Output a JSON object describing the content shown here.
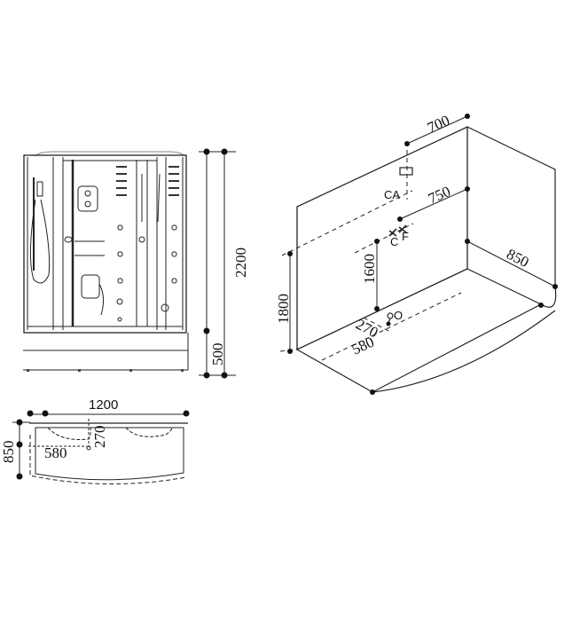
{
  "drawing": {
    "subject": "Shower cabin technical dimension drawing",
    "front_view": {
      "height_total": "2200",
      "base_height": "500"
    },
    "top_view": {
      "width": "1200",
      "depth": "850",
      "drain_offset_x": "580",
      "drain_offset_y": "270"
    },
    "isometric_view": {
      "top_offset": "700",
      "ca_offset": "750",
      "side_depth": "850",
      "wall_height": "1800",
      "mixer_height": "1600",
      "drain_offset_y": "270",
      "drain_offset_x": "580",
      "label_ca": "CA",
      "label_c": "C",
      "label_f": "F",
      "label_o": "O"
    }
  }
}
